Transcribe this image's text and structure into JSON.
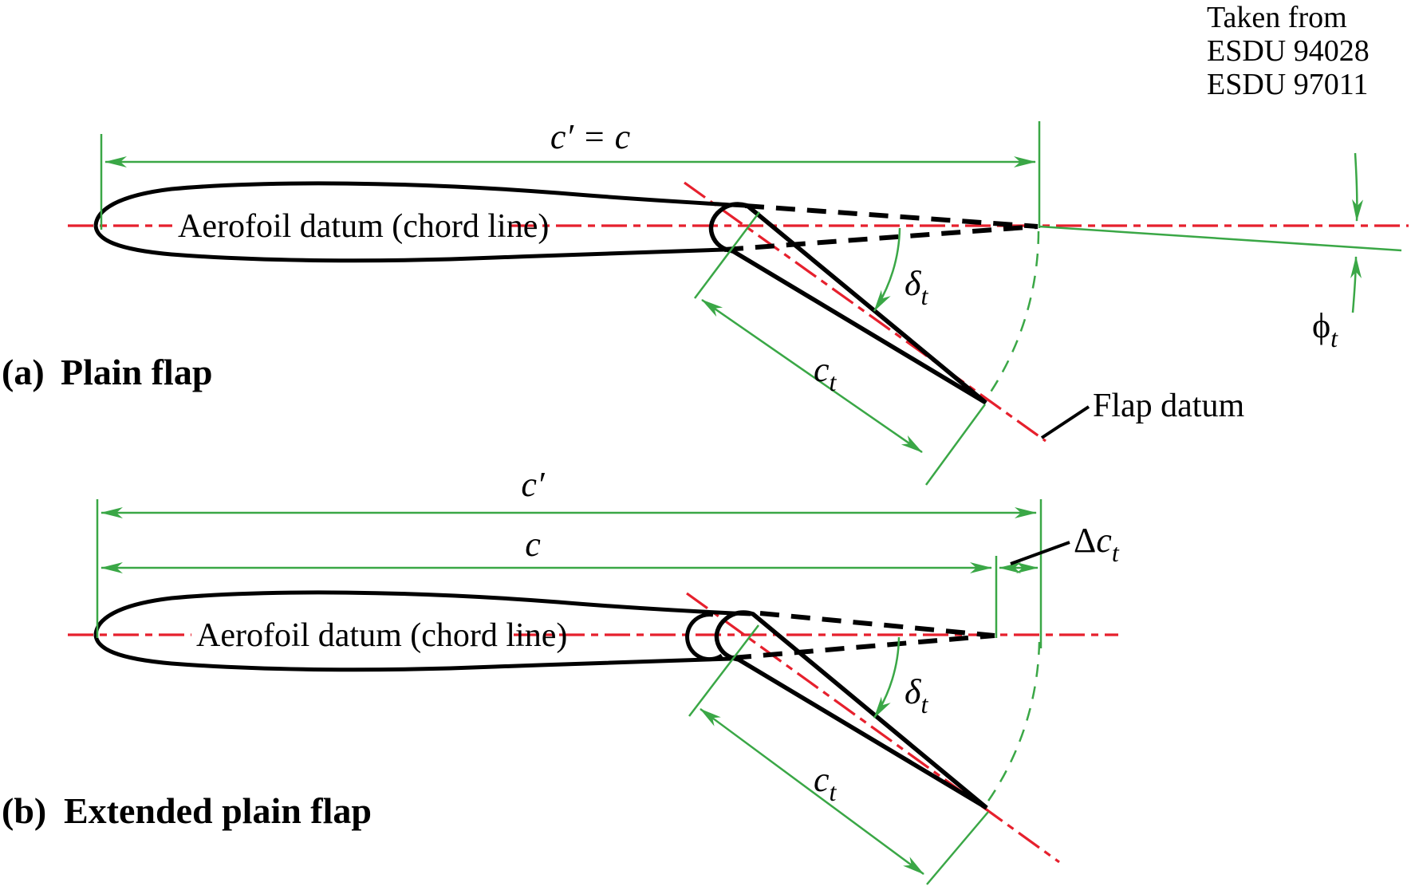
{
  "colors": {
    "dimension_green": "#3aa746",
    "datum_red": "#e6202d",
    "ink": "#000000"
  },
  "source_note": {
    "lines": [
      "Taken from",
      "ESDU 94028",
      "ESDU 97011"
    ]
  },
  "diagram_a": {
    "caption": {
      "index": "(a)",
      "text": "Plain flap"
    },
    "labels": {
      "chord_dim": "c′ = c",
      "aerofoil_datum": "Aerofoil datum (chord line)",
      "flap_datum": "Flap datum",
      "flap_chord": {
        "symbol": "c",
        "subscript": "t"
      },
      "flap_deflection": {
        "symbol": "δ",
        "subscript": "t"
      },
      "te_bisector_angle": {
        "symbol": "ϕ",
        "subscript": "t"
      }
    }
  },
  "diagram_b": {
    "caption": {
      "index": "(b)",
      "text": "Extended plain flap"
    },
    "labels": {
      "extended_chord_dim": "c′",
      "chord_dim": "c",
      "aerofoil_datum": "Aerofoil datum (chord line)",
      "chord_extension": {
        "delta": "Δ",
        "symbol": "c",
        "subscript": "t"
      },
      "flap_chord": {
        "symbol": "c",
        "subscript": "t"
      },
      "flap_deflection": {
        "symbol": "δ",
        "subscript": "t"
      }
    }
  }
}
